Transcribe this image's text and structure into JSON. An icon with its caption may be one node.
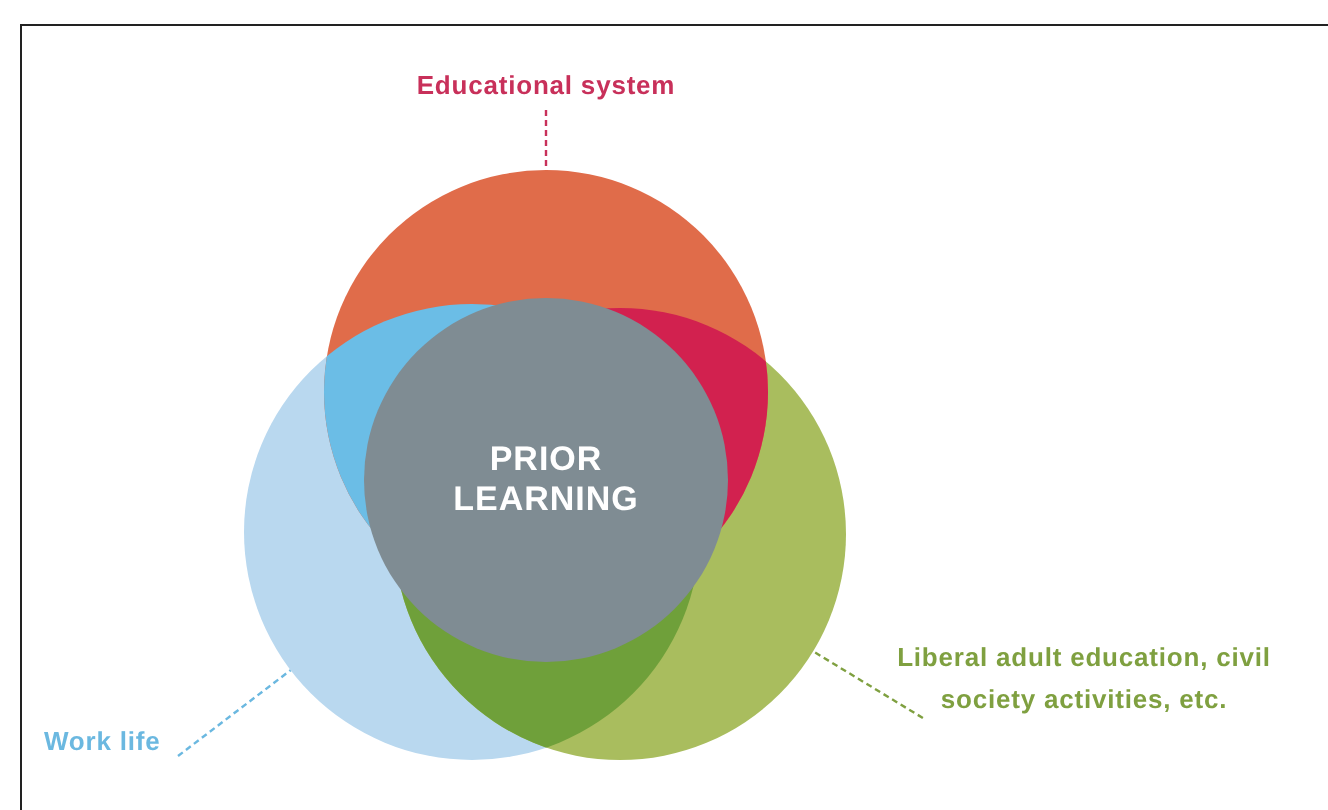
{
  "diagram": {
    "nodes": [
      {
        "text": [
          "Educational system"
        ]
      },
      {
        "text": [],
        "shape": "circle"
      },
      {
        "text": [
          "Work life"
        ]
      },
      {
        "text": [],
        "shape": "circle"
      },
      {
        "text": [
          "Liberal adult education, civil society activities, etc."
        ]
      },
      {
        "text": [],
        "shape": "circle"
      },
      {
        "text": [
          "PRIOR LEARNING"
        ]
      }
    ],
    "edges": [
      {
        "from": 0,
        "to": 1,
        "arrow": "none",
        "style": "dashed",
        "color": "#c8305a"
      },
      {
        "from": 2,
        "to": 3,
        "arrow": "none",
        "style": "dashed",
        "color": "#6bb8e0"
      },
      {
        "from": 4,
        "to": 5,
        "arrow": "none",
        "style": "dashed",
        "color": "#7fa040"
      }
    ]
  }
}
